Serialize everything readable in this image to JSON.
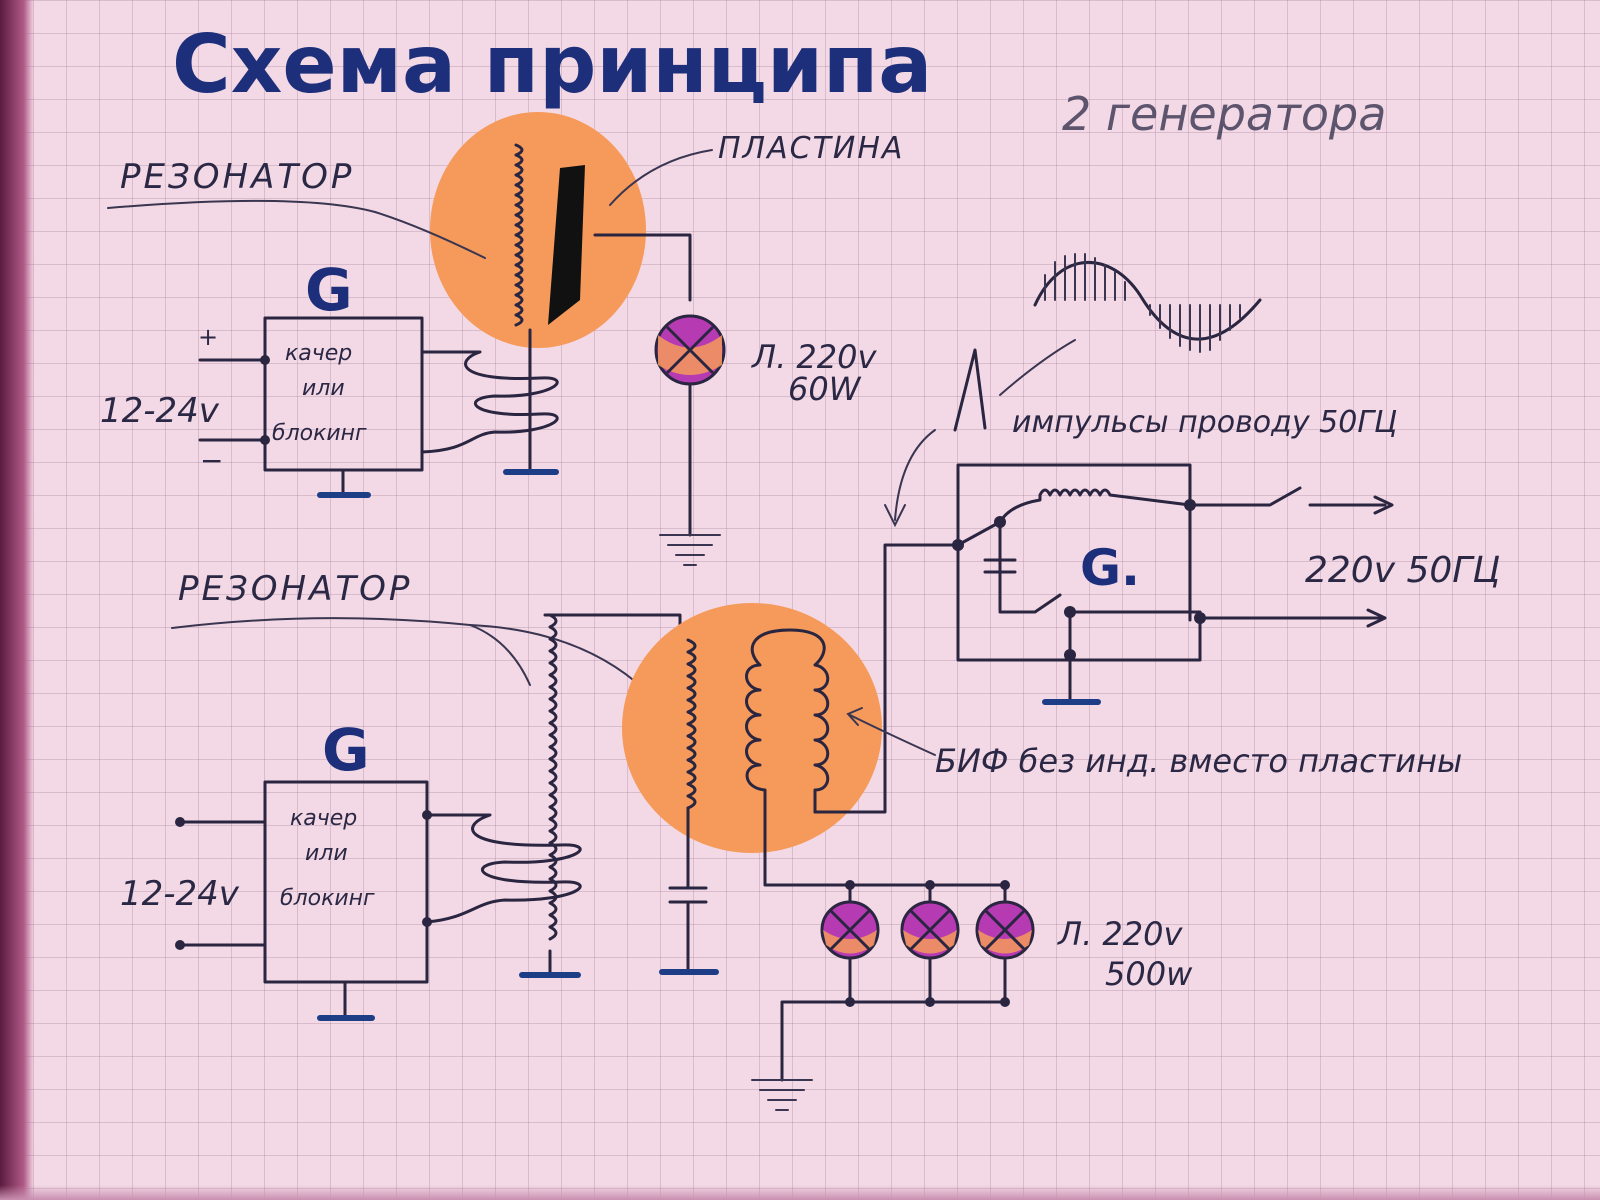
{
  "title": "Схема принципа",
  "subtitle": "2 генератора",
  "labels": {
    "resonator_top": "РЕЗОНАТОР",
    "plate": "ПЛАСТИНА",
    "resonator_bottom": "РЕЗОНАТОР",
    "lamp_top_line1": "Л. 220v",
    "lamp_top_line2": "60W",
    "pulses": "импульсы проводу 50ГЦ",
    "output": "220v 50ГЦ",
    "bif": "БИФ без инд. вместо пластины",
    "lamps_bottom_line1": "Л. 220v",
    "lamps_bottom_line2": "500w"
  },
  "generators": [
    {
      "symbol": "G",
      "line1": "качер",
      "line2": "или",
      "line3": "блокинг",
      "voltage": "12-24v",
      "plus": "+",
      "minus": "−"
    },
    {
      "symbol": "G",
      "line1": "качер",
      "line2": "или",
      "line3": "блокинг",
      "voltage": "12-24v"
    }
  ],
  "converter": {
    "symbol": "G."
  },
  "colors": {
    "ink": "#2a2540",
    "blue_ink": "#1d2f7a",
    "highlight_orange": "#f59a5a",
    "lamp_magenta": "#b63bb2",
    "paper": "#f3d9e6"
  }
}
